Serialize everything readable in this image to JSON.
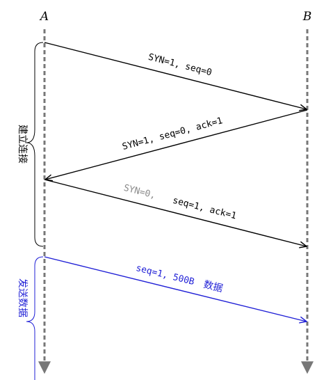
{
  "participants": {
    "a": "A",
    "b": "B"
  },
  "phases": {
    "connect": "建立连接",
    "send": "发送数据"
  },
  "messages": {
    "m1": "SYN=1, seq=0",
    "m2": "SYN=1, seq=0, ack=1",
    "m3_prefix": "SYN=0,",
    "m3_rest": "seq=1, ack=1",
    "m4_prefix": "seq=1, 500B",
    "m4_suffix": "数据"
  },
  "colors": {
    "black": "#000000",
    "gray_text": "#8a8a8a",
    "lifeline": "#777777",
    "blue": "#1f1fd6"
  }
}
